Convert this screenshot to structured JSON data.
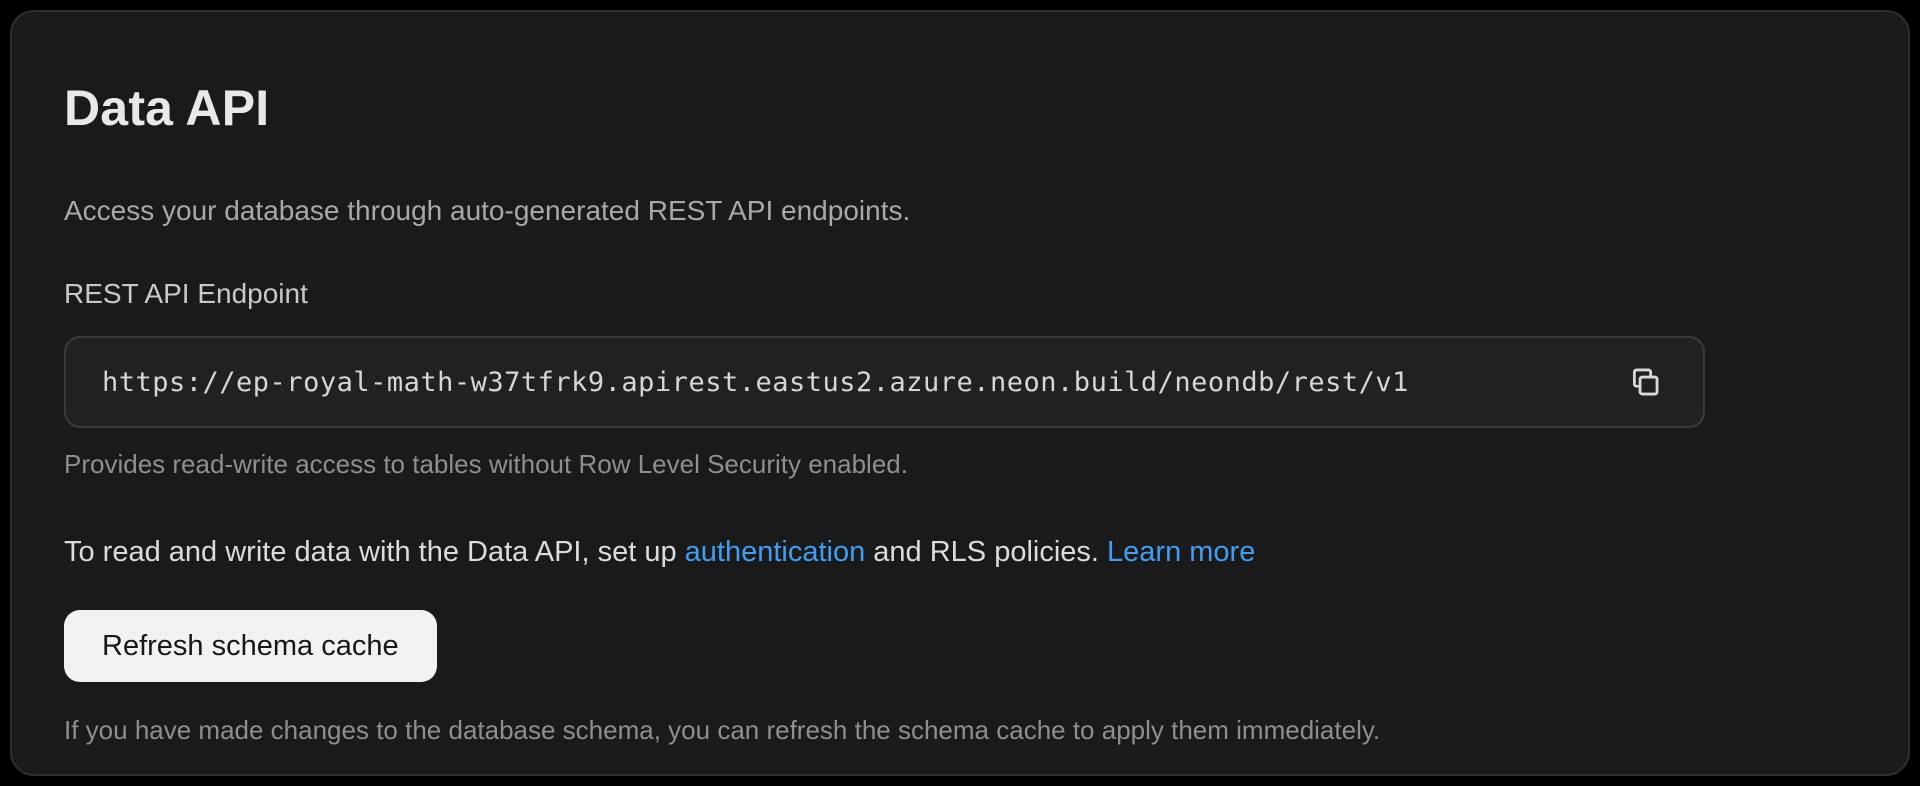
{
  "page": {
    "title": "Data API",
    "description": "Access your database through auto-generated REST API endpoints."
  },
  "endpoint": {
    "label": "REST API Endpoint",
    "url": "https://ep-royal-math-w37tfrk9.apirest.eastus2.azure.neon.build/neondb/rest/v1",
    "helper": "Provides read-write access to tables without Row Level Security enabled.",
    "copy_icon": "copy-icon"
  },
  "rls_note": {
    "prefix": "To read and write data with the Data API, set up ",
    "auth_link": "authentication",
    "middle": " and RLS policies. ",
    "learn_more_link": "Learn more"
  },
  "schema_cache": {
    "button_label": "Refresh schema cache",
    "helper": "If you have made changes to the database schema, you can refresh the schema cache to apply them immediately."
  },
  "colors": {
    "page_bg": "#000000",
    "card_bg": "#1a1a1a",
    "card_border": "#2e2e2e",
    "input_bg": "#212121",
    "input_border": "#3a3a3a",
    "link": "#3f9ef2",
    "button_bg": "#f2f2f2",
    "button_text": "#171717"
  }
}
